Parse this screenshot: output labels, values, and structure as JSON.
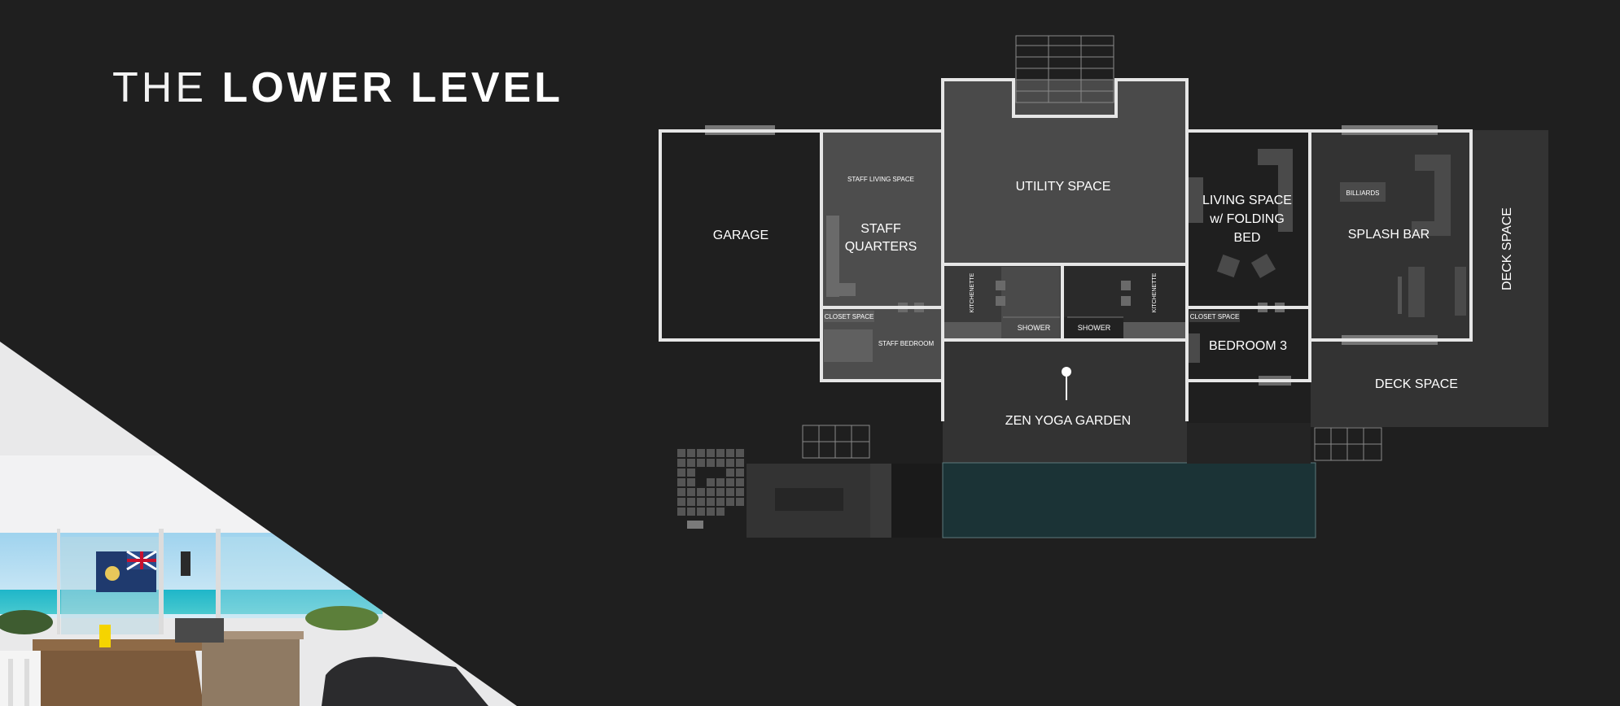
{
  "title": {
    "light": "THE",
    "bold": "LOWER LEVEL"
  },
  "rooms": {
    "garage": "GARAGE",
    "staff_living_space": "STAFF LIVING SPACE",
    "staff_quarters_line1": "STAFF",
    "staff_quarters_line2": "QUARTERS",
    "utility_space": "UTILITY SPACE",
    "living_space_line1": "LIVING SPACE",
    "living_space_line2": "w/ FOLDING",
    "living_space_line3": "BED",
    "billiards": "BILLIARDS",
    "splash_bar": "SPLASH BAR",
    "deck_space_vertical": "DECK SPACE",
    "kitchenette_left": "KITCHENETTE",
    "kitchenette_right": "KITCHENETTE",
    "closet_space_left": "CLOSET SPACE",
    "closet_space_right": "CLOSET SPACE",
    "staff_bedroom": "STAFF BEDROOM",
    "shower_left": "SHOWER",
    "shower_right": "SHOWER",
    "bedroom_3": "BEDROOM 3",
    "deck_space": "DECK SPACE",
    "zen_yoga_garden": "ZEN YOGA GARDEN"
  },
  "colors": {
    "background": "#1f1f1f",
    "wall": "#e6e6e6",
    "utility_fill": "#4a4a4a",
    "staff_fill": "#4d4d4d",
    "deck_fill": "#333333",
    "pool_fill": "#1b3336"
  }
}
